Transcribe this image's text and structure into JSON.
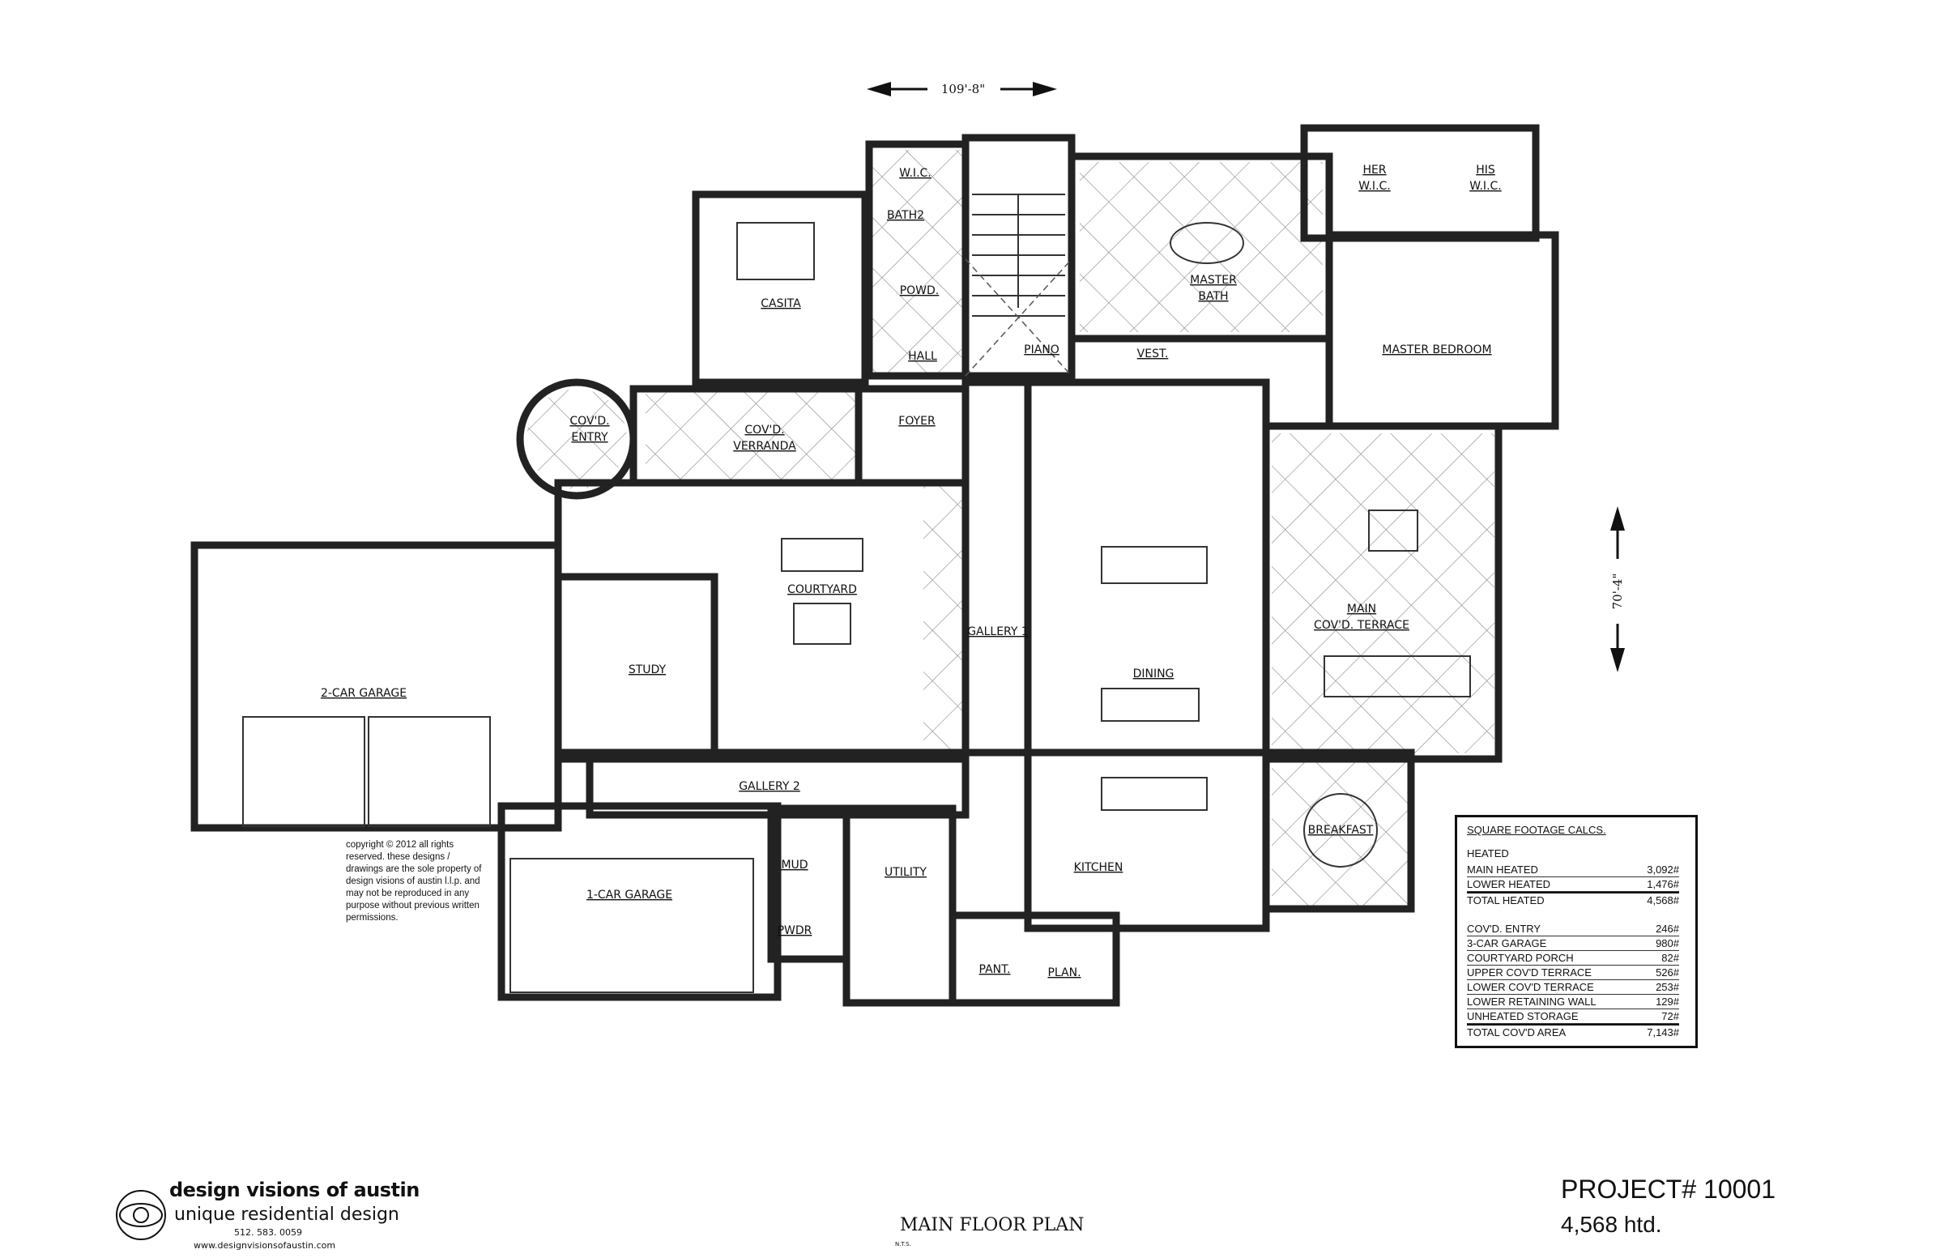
{
  "dimensions": {
    "width": "109'-8\"",
    "depth": "70'-4\""
  },
  "rooms": {
    "wic": "W.I.C.",
    "bath2": "BATH2",
    "powd": "POWD.",
    "hall": "HALL",
    "casita": "CASITA",
    "piano": "PIANO",
    "vest": "VEST.",
    "master_bath_1": "MASTER",
    "master_bath_2": "BATH",
    "her_wic_1": "HER",
    "her_wic_2": "W.I.C.",
    "his_wic_1": "HIS",
    "his_wic_2": "W.I.C.",
    "master_bedroom": "MASTER BEDROOM",
    "covd_entry_1": "COV'D.",
    "covd_entry_2": "ENTRY",
    "verranda_1": "COV'D.",
    "verranda_2": "VERRANDA",
    "foyer": "FOYER",
    "courtyard": "COURTYARD",
    "study": "STUDY",
    "garage2": "2-CAR GARAGE",
    "gallery1": "GALLERY 1",
    "dining": "DINING",
    "terrace_1": "MAIN",
    "terrace_2": "COV'D. TERRACE",
    "gallery2": "GALLERY 2",
    "mud": "MUD",
    "pwdr": "PWDR",
    "utility": "UTILITY",
    "garage1": "1-CAR GARAGE",
    "kitchen": "KITCHEN",
    "pant": "PANT.",
    "plan": "PLAN.",
    "breakfast": "BREAKFAST"
  },
  "sqft": {
    "title": "SQUARE FOOTAGE CALCS.",
    "heated_label": "HEATED",
    "heated": [
      {
        "label": "MAIN HEATED",
        "value": "3,092#"
      },
      {
        "label": "LOWER HEATED",
        "value": "1,476#"
      }
    ],
    "heated_total": {
      "label": "TOTAL HEATED",
      "value": "4,568#"
    },
    "covered": [
      {
        "label": "COV'D. ENTRY",
        "value": "246#"
      },
      {
        "label": "3-CAR GARAGE",
        "value": "980#"
      },
      {
        "label": "COURTYARD PORCH",
        "value": "82#"
      },
      {
        "label": "UPPER COV'D TERRACE",
        "value": "526#"
      },
      {
        "label": "LOWER COV'D TERRACE",
        "value": "253#"
      },
      {
        "label": "LOWER RETAINING WALL",
        "value": "129#"
      },
      {
        "label": "UNHEATED STORAGE",
        "value": "72#"
      }
    ],
    "covered_total": {
      "label": "TOTAL COV'D AREA",
      "value": "7,143#"
    }
  },
  "copyright": "copyright © 2012 all rights reserved. these designs / drawings are the sole property of design visions of austin l.l.p. and may not be reproduced in any purpose without previous written permissions.",
  "logo": {
    "name": "design visions of austin",
    "tagline": "unique residential design",
    "phone": "512. 583. 0059",
    "website": "www.designvisionsofaustin.com"
  },
  "plan_title": "MAIN FLOOR PLAN",
  "scale_note": "N.T.S.",
  "project": "PROJECT# 10001",
  "heated_area": "4,568 htd."
}
